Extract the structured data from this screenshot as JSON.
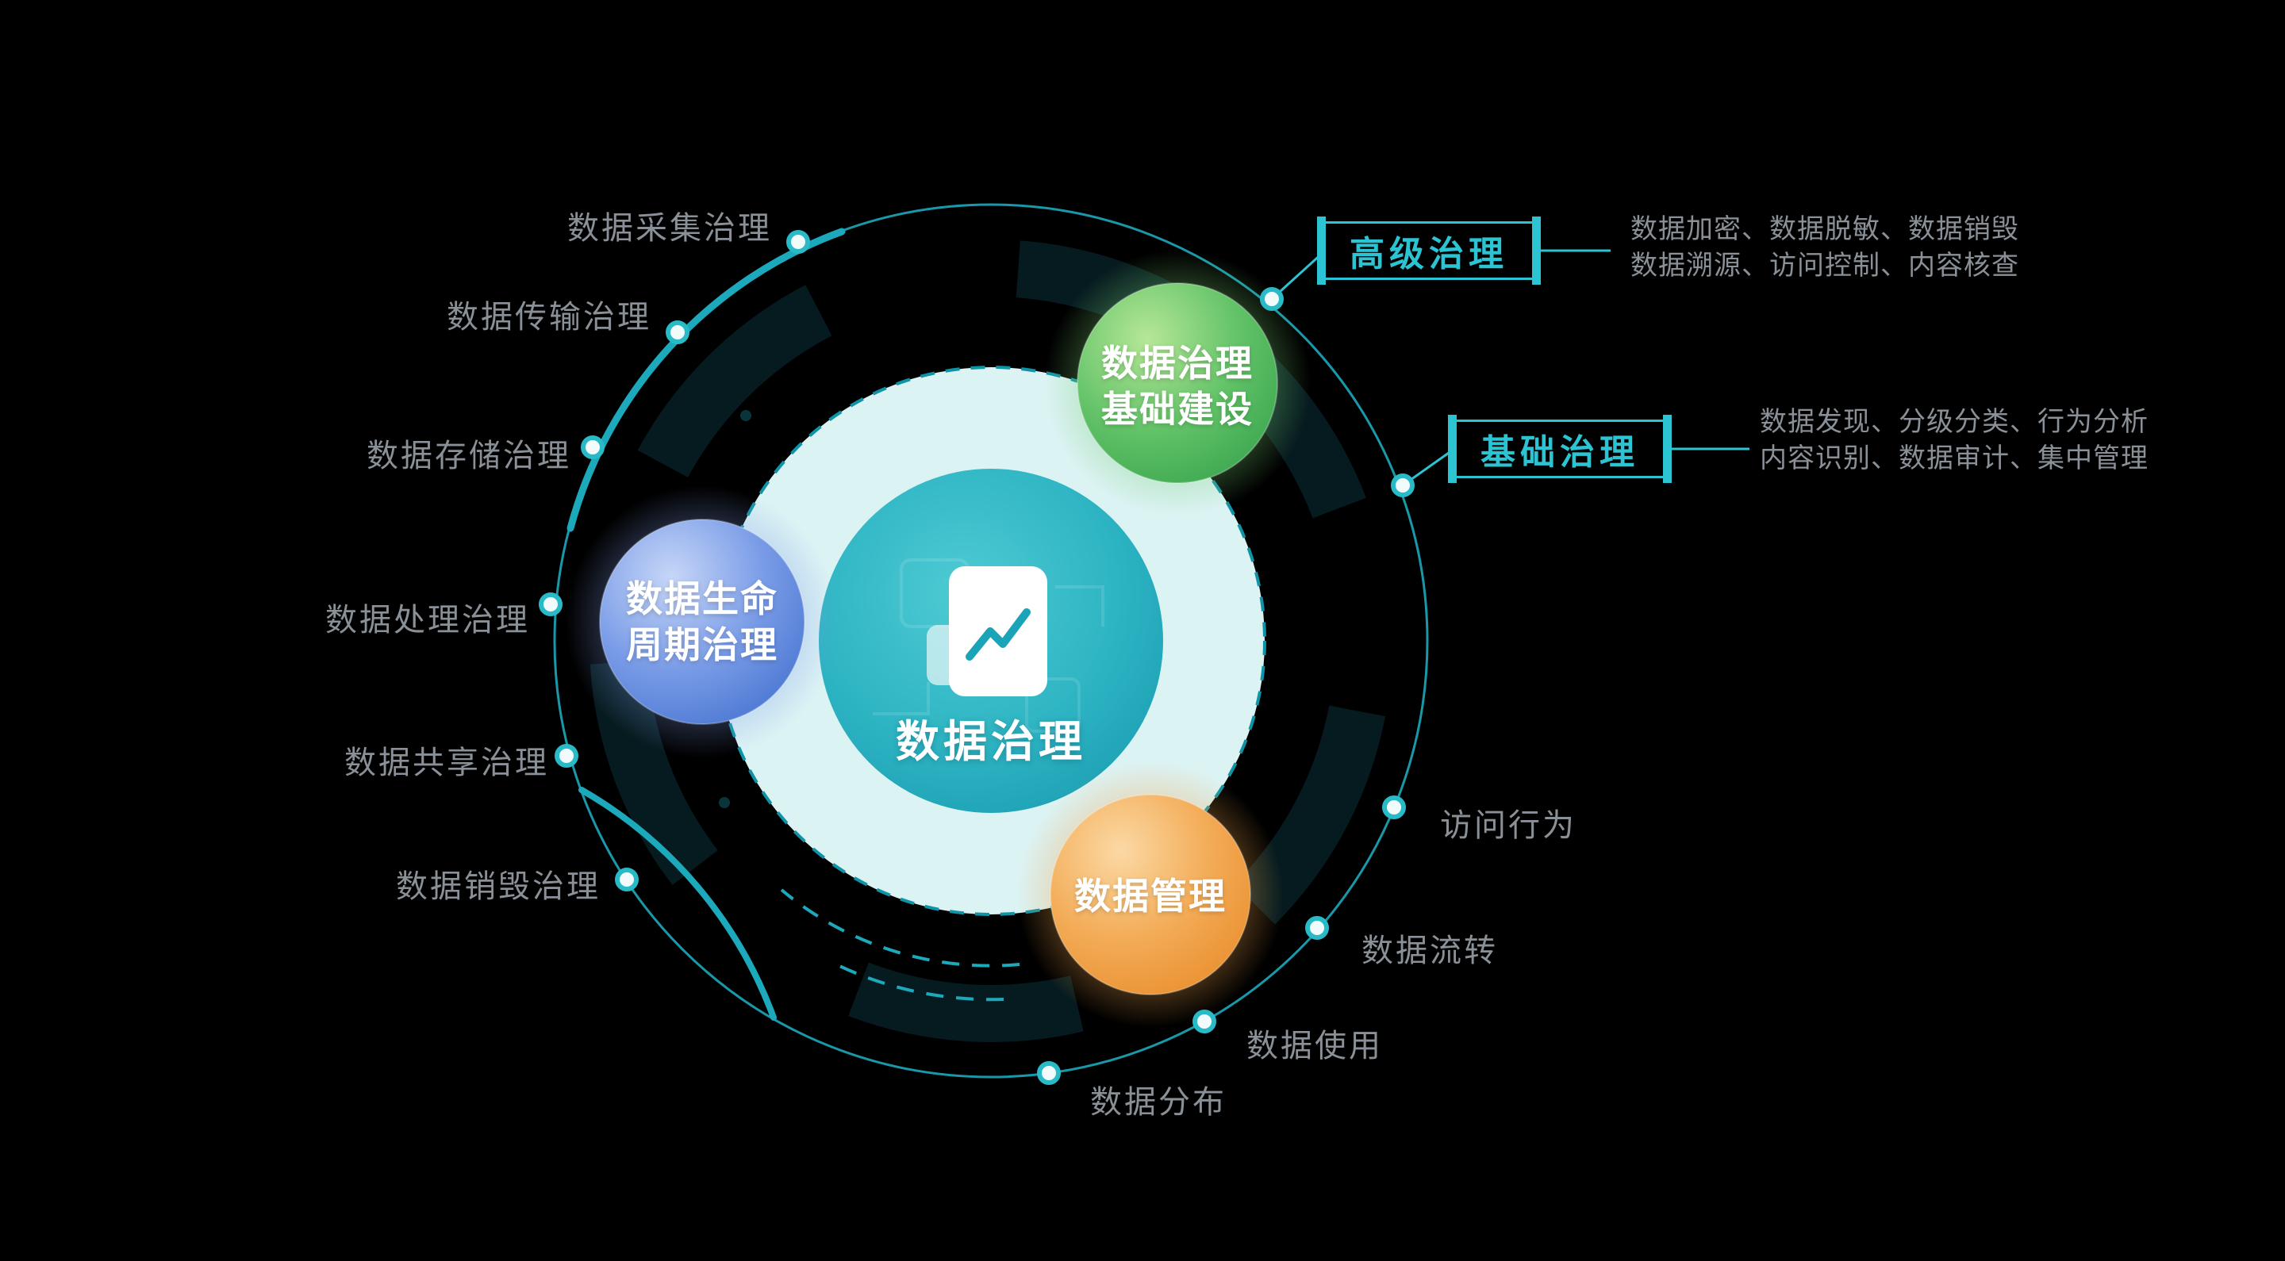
{
  "colors": {
    "background": "#000000",
    "teal_accent": "#29bac8",
    "center_circle": "#2cb3c2",
    "pale_ring": "#dcf3f4",
    "green_bubble": "#4cb95a",
    "blue_bubble": "#5b86e0",
    "orange_bubble": "#f09a3e",
    "label_gray": "#8a9097",
    "text_white": "#ffffff"
  },
  "center": {
    "label": "数据治理",
    "icon": "chart-line-document-icon"
  },
  "bubbles": {
    "green": {
      "line1": "数据治理",
      "line2": "基础建设"
    },
    "blue": {
      "line1": "数据生命",
      "line2": "周期治理"
    },
    "orange": {
      "line1": "数据管理"
    }
  },
  "ring": {
    "left_labels": [
      "数据采集治理",
      "数据传输治理",
      "数据存储治理",
      "数据处理治理",
      "数据共享治理",
      "数据销毁治理"
    ],
    "right_labels": [
      "访问行为",
      "数据流转",
      "数据使用",
      "数据分布"
    ]
  },
  "callouts": {
    "advanced": {
      "title": "高级治理",
      "desc1": "数据加密、数据脱敏、数据销毁",
      "desc2": "数据溯源、访问控制、内容核查"
    },
    "basic": {
      "title": "基础治理",
      "desc1": "数据发现、分级分类、行为分析",
      "desc2": "内容识别、数据审计、集中管理"
    }
  }
}
